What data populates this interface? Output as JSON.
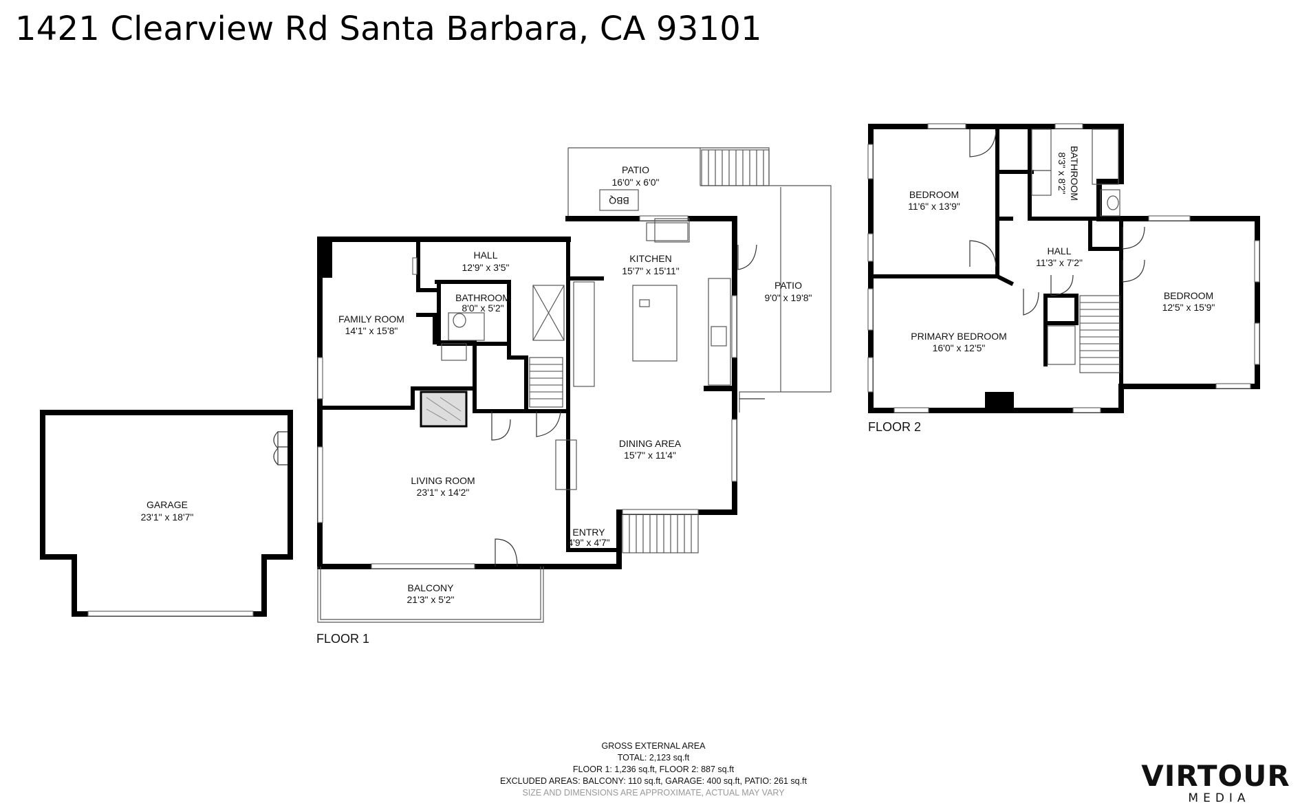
{
  "address": "1421 Clearview Rd Santa Barbara, CA  93101",
  "floors": {
    "floor1_label": "FLOOR 1",
    "floor2_label": "FLOOR 2"
  },
  "rooms": {
    "garage": {
      "name": "GARAGE",
      "dims": "23'1\" x 18'7\""
    },
    "patio_top": {
      "name": "PATIO",
      "dims": "16'0\" x 6'0\""
    },
    "bbq": "BBQ",
    "patio_right": {
      "name": "PATIO",
      "dims": "9'0\" x 19'8\""
    },
    "hall1": {
      "name": "HALL",
      "dims": "12'9\" x 3'5\""
    },
    "kitchen": {
      "name": "KITCHEN",
      "dims": "15'7\" x 15'11\""
    },
    "bathroom1": {
      "name": "BATHROOM",
      "dims": "8'0\" x 5'2\""
    },
    "family_room": {
      "name": "FAMILY ROOM",
      "dims": "14'1\" x 15'8\""
    },
    "dining_area": {
      "name": "DINING AREA",
      "dims": "15'7\" x 11'4\""
    },
    "living_room": {
      "name": "LIVING ROOM",
      "dims": "23'1\" x 14'2\""
    },
    "entry": {
      "name": "ENTRY",
      "dims": "4'9\" x 4'7\""
    },
    "balcony": {
      "name": "BALCONY",
      "dims": "21'3\" x 5'2\""
    },
    "bedroom_a": {
      "name": "BEDROOM",
      "dims": "11'6\" x 13'9\""
    },
    "bathroom2": {
      "name": "BATHROOM",
      "dims": "8'3\" x 8'2\""
    },
    "hall2": {
      "name": "HALL",
      "dims": "11'3\" x 7'2\""
    },
    "bedroom_b": {
      "name": "BEDROOM",
      "dims": "12'5\" x 15'9\""
    },
    "primary_bedroom": {
      "name": "PRIMARY BEDROOM",
      "dims": "16'0\" x 12'5\""
    }
  },
  "area_summary": {
    "heading": "GROSS EXTERNAL AREA",
    "total": "TOTAL: 2,123 sq.ft",
    "floors": "FLOOR 1: 1,236 sq.ft, FLOOR 2: 887 sq.ft",
    "excluded": "EXCLUDED AREAS: BALCONY: 110 sq.ft, GARAGE: 400 sq.ft, PATIO: 261 sq.ft",
    "disclaimer": "SIZE AND DIMENSIONS ARE APPROXIMATE, ACTUAL MAY VARY"
  },
  "brand": {
    "name": "VIRTOUR",
    "sub": "MEDIA"
  }
}
